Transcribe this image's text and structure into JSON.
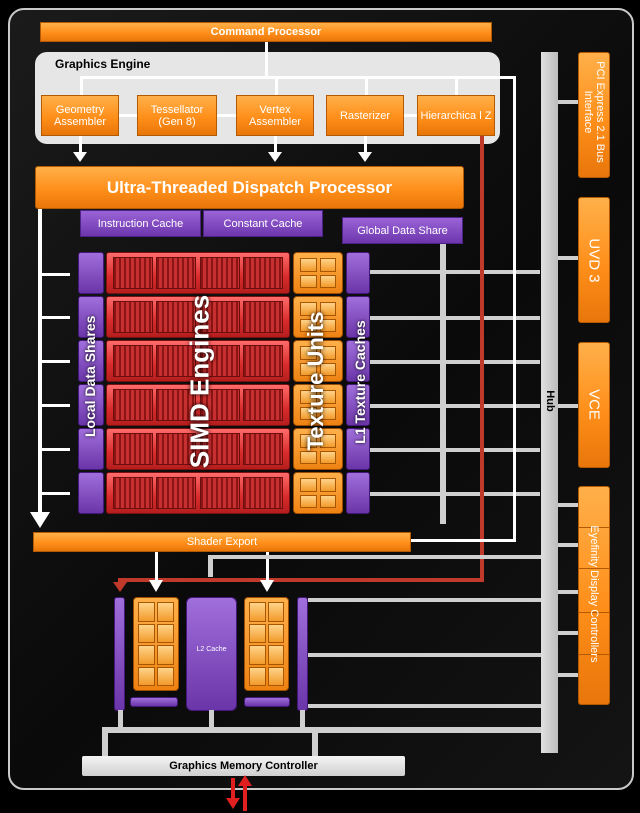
{
  "command_processor": "Command Processor",
  "graphics_engine": {
    "title": "Graphics Engine",
    "blocks": [
      {
        "label": "Geometry Assembler"
      },
      {
        "label": "Tessellator (Gen 8)"
      },
      {
        "label": "Vertex Assembler"
      },
      {
        "label": "Rasterizer"
      },
      {
        "label": "Hierarchica l Z"
      }
    ]
  },
  "dispatch": "Ultra-Threaded Dispatch Processor",
  "caches": {
    "instruction": "Instruction Cache",
    "constant": "Constant Cache",
    "global_data_share": "Global Data Share"
  },
  "labels": {
    "local_data_shares": "Local Data Shares",
    "simd_engines": "SIMD Engines",
    "texture_units": "Texture Units",
    "l1_texture_caches": "L1 Texture Caches"
  },
  "shader_export": "Shader Export",
  "l2_cache": "L2 Cache",
  "memory_controller": "Graphics Memory Controller",
  "hub": "Hub",
  "right_blocks": [
    {
      "label": "PCI Express 2.1 Bus Interface"
    },
    {
      "label": "UVD 3"
    },
    {
      "label": "VCE"
    },
    {
      "label": "Eyefinity Display Controllers"
    }
  ],
  "colors": {
    "orange": "#ff8f1a",
    "purple": "#7c45bf",
    "red": "#d92b2b",
    "grey": "#cfcfcf"
  }
}
